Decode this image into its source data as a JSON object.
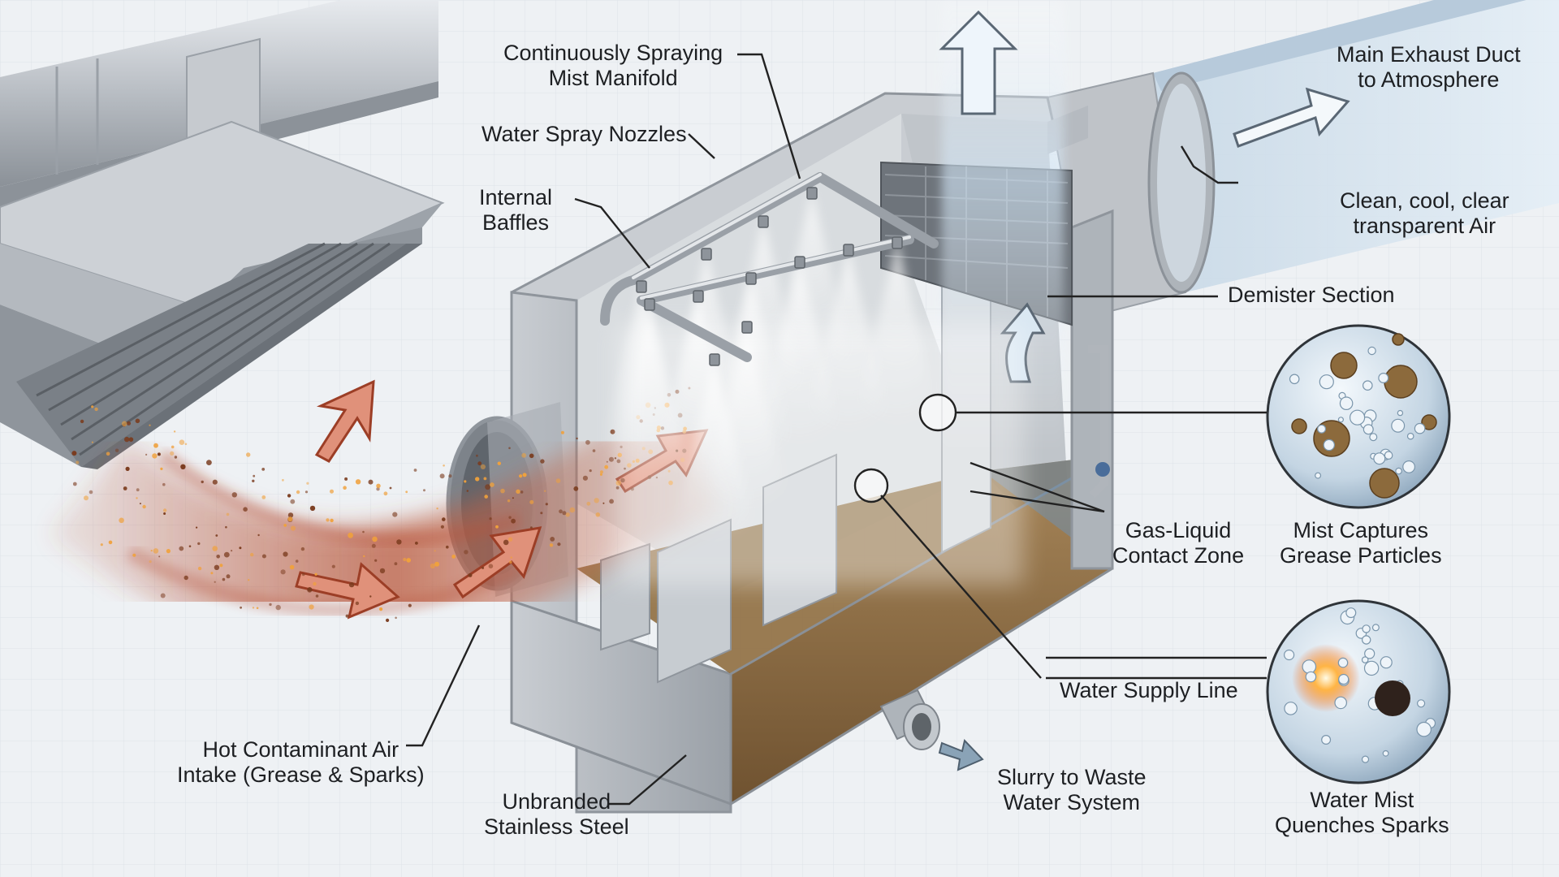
{
  "labels": {
    "manifold": [
      "Continuously Spraying",
      "Mist Manifold"
    ],
    "nozzles": [
      "Water Spray Nozzles"
    ],
    "baffles": [
      "Internal",
      "Baffles"
    ],
    "exhaust": [
      "Main Exhaust Duct",
      "to Atmosphere"
    ],
    "clean_air": [
      "Clean, cool, clear",
      "transparent Air"
    ],
    "demister": [
      "Demister Section"
    ],
    "contact_zone": [
      "Gas-Liquid",
      "Contact Zone"
    ],
    "grease": [
      "Mist Captures",
      "Grease Particles"
    ],
    "supply": [
      "Water Supply Line"
    ],
    "quench": [
      "Water Mist",
      "Quenches Sparks"
    ],
    "intake": [
      "Hot Contaminant Air",
      "Intake (Grease & Sparks)"
    ],
    "steel": [
      "Unbranded",
      "Stainless Steel"
    ],
    "slurry": [
      "Slurry to Waste",
      "Water System"
    ]
  },
  "colors": {
    "steel": "#b9bec4",
    "steel_dark": "#8f959c",
    "contaminant": "#b3563a",
    "spark": "#f0a13c",
    "mist": "#ffffff",
    "clean_air": "#cfe3f4",
    "sludge": "#8c6a3c"
  },
  "icons": [
    "exhaust-arrow-icon",
    "spark-icon",
    "grease-particle-icon",
    "water-droplet-icon"
  ]
}
